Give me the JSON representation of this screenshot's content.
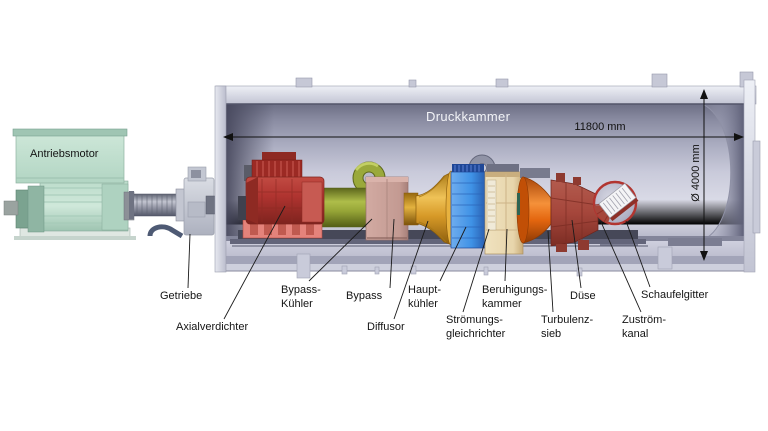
{
  "chamber": {
    "name": "Druckkammer",
    "length": "11800 mm",
    "diameter": "Ø 4000 mm"
  },
  "labels": {
    "antriebsmotor": "Antriebsmotor",
    "getriebe": "Getriebe",
    "axialverdichter": "Axialverdichter",
    "bypass_kuehler": "Bypass-\nKühler",
    "bypass": "Bypass",
    "diffusor": "Diffusor",
    "hauptkuehler": "Haupt-\nkühler",
    "stroemungsgleichrichter": "Strömungs-\ngleichrichter",
    "beruhigungskammer": "Beruhigungs-\nkammer",
    "turbulenzsieb": "Turbulenz-\nsieb",
    "duese": "Düse",
    "zustroemkanal": "Zuström-\nkanal",
    "schaufelgitter": "Schaufelgitter"
  },
  "colors": {
    "drive_motor": "#c8e4d4",
    "axial_compressor": "#b03430",
    "bypass_duct": "#9aa93b",
    "bypass_cooler": "#c89f97",
    "diffusor": "#d79a28",
    "main_cooler": "#3f92e6",
    "settling_chamber": "#ead9b2",
    "nozzle": "#e4660f",
    "cascade_ring": "#b23530",
    "chamber_shell": "#c6c8d6",
    "label_text": "#141414",
    "chamber_label_text": "#f2f3f7"
  }
}
